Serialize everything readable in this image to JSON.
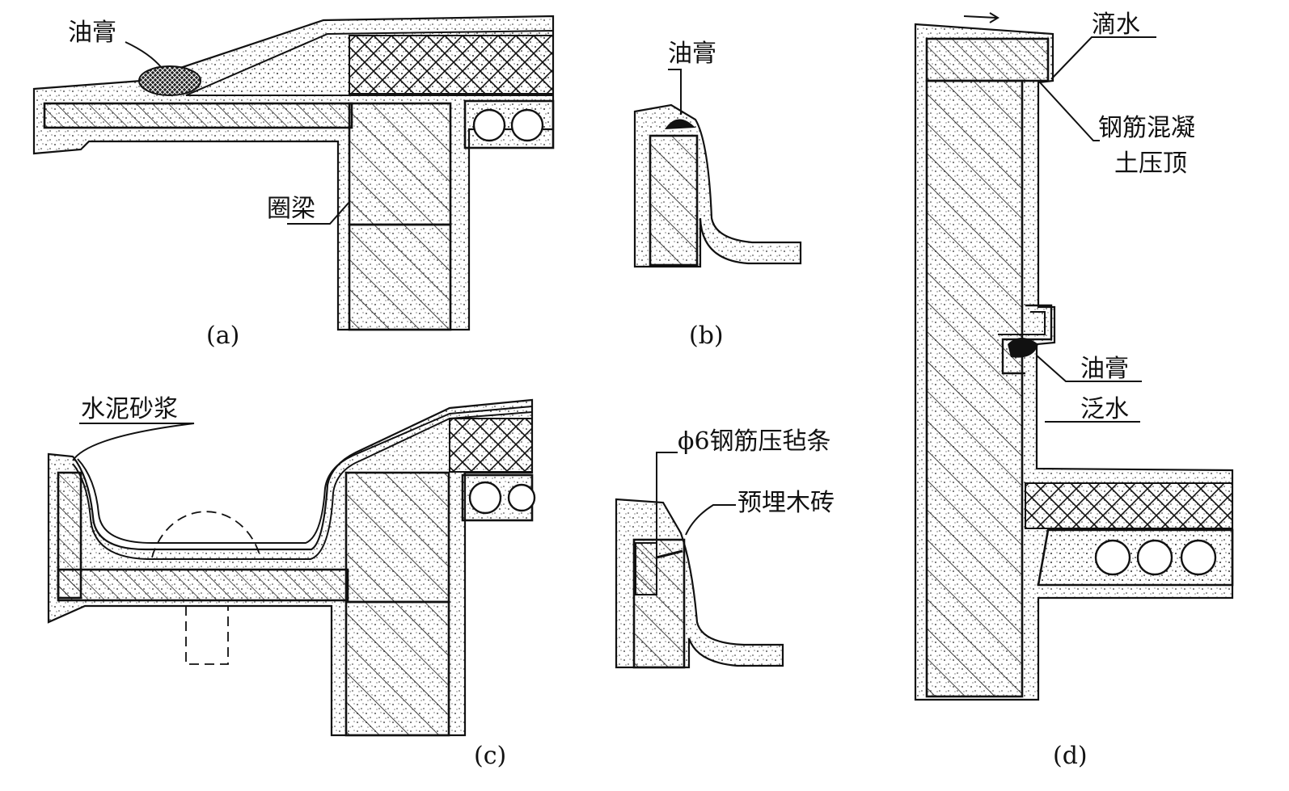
{
  "colors": {
    "ink": "#111111",
    "background": "#ffffff"
  },
  "labels": {
    "a_sealant": "油膏",
    "a_ring_beam": "圈梁",
    "b_sealant": "油膏",
    "c_mortar": "水泥砂浆",
    "c_rebar_strip": "ϕ6钢筋压毡条",
    "c_wood_brick": "预埋木砖",
    "d_drip": "滴水",
    "d_coping_1": "钢筋混凝",
    "d_coping_2": "土压顶",
    "d_sealant": "油膏",
    "d_flashing": "泛水"
  },
  "captions": {
    "a": "(a)",
    "b": "(b)",
    "c": "(c)",
    "d": "(d)"
  }
}
